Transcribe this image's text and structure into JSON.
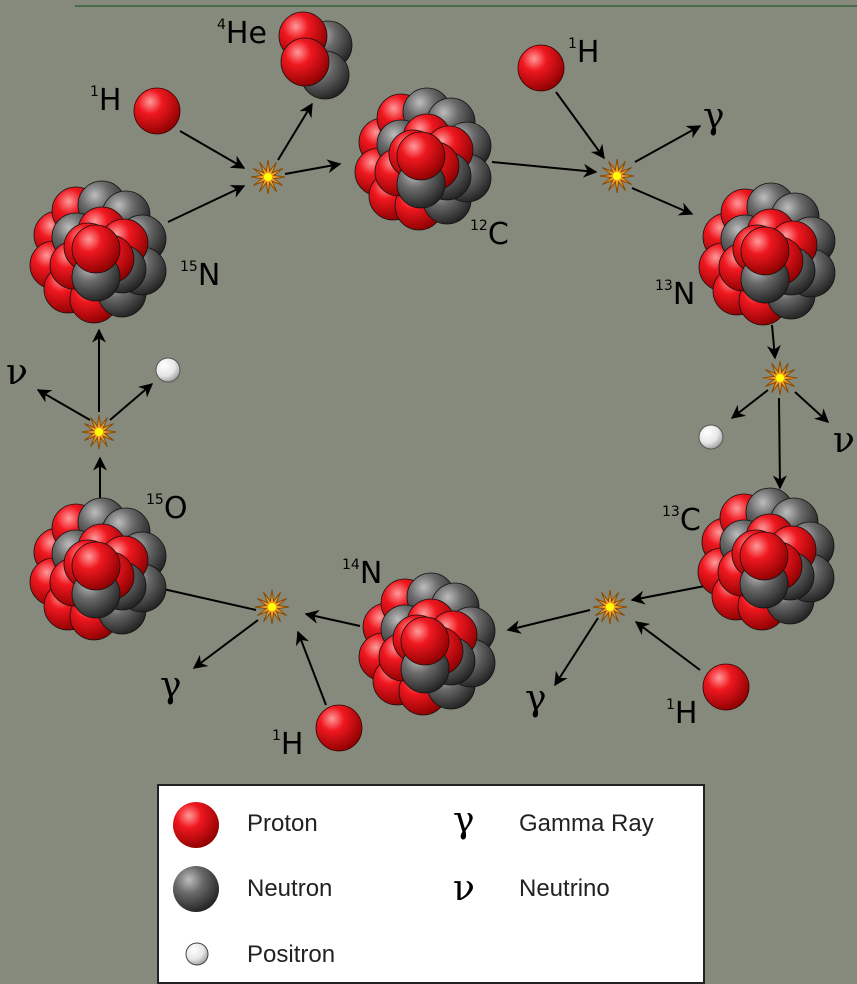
{
  "colors": {
    "background": "#868a7c",
    "proton": "#e8121a",
    "neutron": "#555555",
    "positron": "#f4f4f4",
    "flash": "#f0a030",
    "flash_core": "#ffff00",
    "top_rule": "#4a6a4a"
  },
  "nuclei": {
    "c12": {
      "mass": "12",
      "symbol": "C"
    },
    "n13": {
      "mass": "13",
      "symbol": "N"
    },
    "c13": {
      "mass": "13",
      "symbol": "C"
    },
    "n14": {
      "mass": "14",
      "symbol": "N"
    },
    "o15": {
      "mass": "15",
      "symbol": "O"
    },
    "n15": {
      "mass": "15",
      "symbol": "N"
    },
    "he4": {
      "mass": "4",
      "symbol": "He"
    }
  },
  "hydrogen": {
    "mass": "1",
    "symbol": "H"
  },
  "symbols": {
    "gamma": "γ",
    "neutrino": "ν"
  },
  "legend": {
    "proton": "Proton",
    "neutron": "Neutron",
    "positron": "Positron",
    "gamma_symbol": "γ",
    "gamma": "Gamma Ray",
    "neutrino_symbol": "ν",
    "neutrino": "Neutrino"
  }
}
